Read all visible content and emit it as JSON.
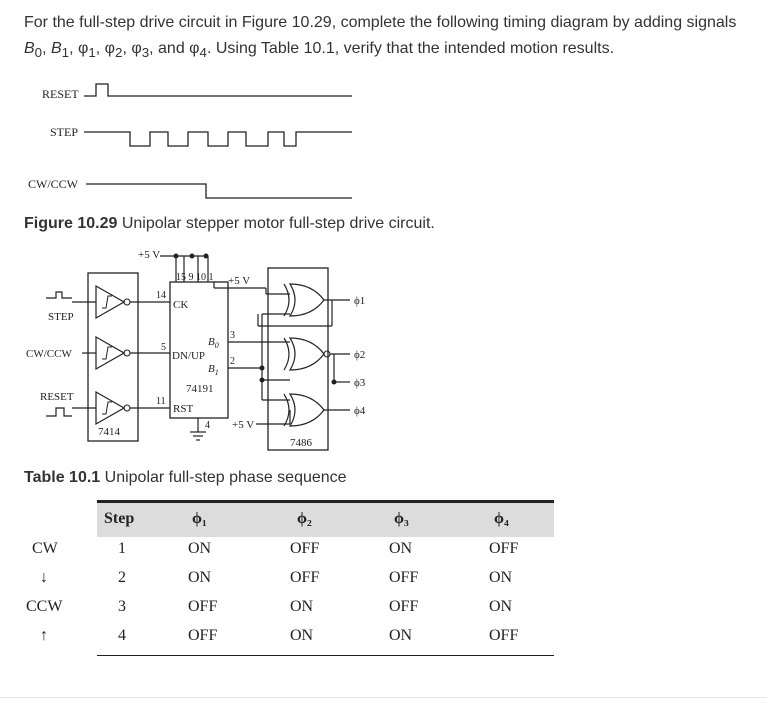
{
  "question": {
    "part1": "For the full-step drive circuit in Figure 10.29, complete the following timing diagram by adding signals ",
    "b0": "B",
    "b0_sub": "0",
    "sep1": ", ",
    "b1": "B",
    "b1_sub": "1",
    "sep2": ", φ",
    "p1_sub": "1",
    "sep3": ", φ",
    "p2_sub": "2",
    "sep4": ", φ",
    "p3_sub": "3",
    "sep5": ", and φ",
    "p4_sub": "4",
    "part2": ". Using Table 10.1, verify that the intended motion results."
  },
  "timing": {
    "reset_label": "RESET",
    "step_label": "STEP",
    "cwccw_label": "CW/CCW"
  },
  "figure_caption": {
    "number": "Figure 10.29",
    "text": " Unipolar stepper motor full-step drive circuit."
  },
  "circuit": {
    "vcc_top": "+5 V",
    "vcc_right": "+5 V",
    "vcc_bottom": "+5 V",
    "pins_top": "15 9 10 1",
    "pin14": "14",
    "pin5": "5",
    "pin11": "11",
    "pin3": "3",
    "pin2": "2",
    "pin4": "4",
    "ck": "CK",
    "dnup": "DN/UP",
    "b0": "B",
    "b0_sub": "0",
    "b1": "B",
    "b1_sub": "1",
    "counter": "74191",
    "rst": "RST",
    "inv_chip": "7414",
    "xor_chip": "7486",
    "step_label": "STEP",
    "cwccw_label": "CW/CCW",
    "reset_label": "RESET",
    "phi1": "ϕ1",
    "phi2": "ϕ2",
    "phi3": "ϕ3",
    "phi4": "ϕ4"
  },
  "table_caption": {
    "number": "Table 10.1",
    "text": " Unipolar full-step phase sequence"
  },
  "table": {
    "headers": [
      "Step",
      "ϕ₁",
      "ϕ₂",
      "ϕ₃",
      "ϕ₄"
    ],
    "row_labels": [
      "CW",
      "↓",
      "CCW",
      "↑"
    ],
    "rows": [
      [
        "1",
        "ON",
        "OFF",
        "ON",
        "OFF"
      ],
      [
        "2",
        "ON",
        "OFF",
        "OFF",
        "ON"
      ],
      [
        "3",
        "OFF",
        "ON",
        "OFF",
        "ON"
      ],
      [
        "4",
        "OFF",
        "ON",
        "ON",
        "OFF"
      ]
    ]
  }
}
